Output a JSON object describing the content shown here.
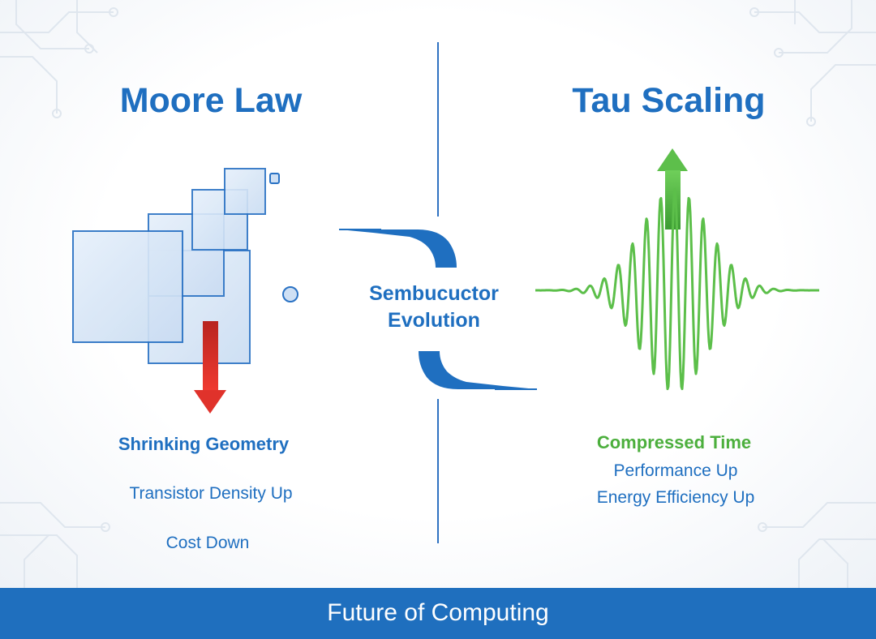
{
  "left": {
    "title": "Moore Law",
    "subtitle": "Shrinking Geometry",
    "details": [
      "Transistor Density Up",
      "Cost Down"
    ]
  },
  "center": {
    "line1": "Sembucuctor",
    "line2": "Evolution"
  },
  "right": {
    "title": "Tau Scaling",
    "subtitle": "Compressed Time",
    "details": [
      "Performance Up",
      "Energy Efficiency Up"
    ]
  },
  "footer": {
    "text": "Future of Computing"
  },
  "colors": {
    "primary_blue": "#1f6fc0",
    "accent_green": "#4caf3d",
    "arrow_red": "#e0322b",
    "footer_bg": "#1f6fbe"
  },
  "icons": [
    "circuit-trace-pattern",
    "nested-squares-icon",
    "down-arrow-icon",
    "up-arrow-icon",
    "waveform-icon",
    "bracket-connector-icon"
  ]
}
